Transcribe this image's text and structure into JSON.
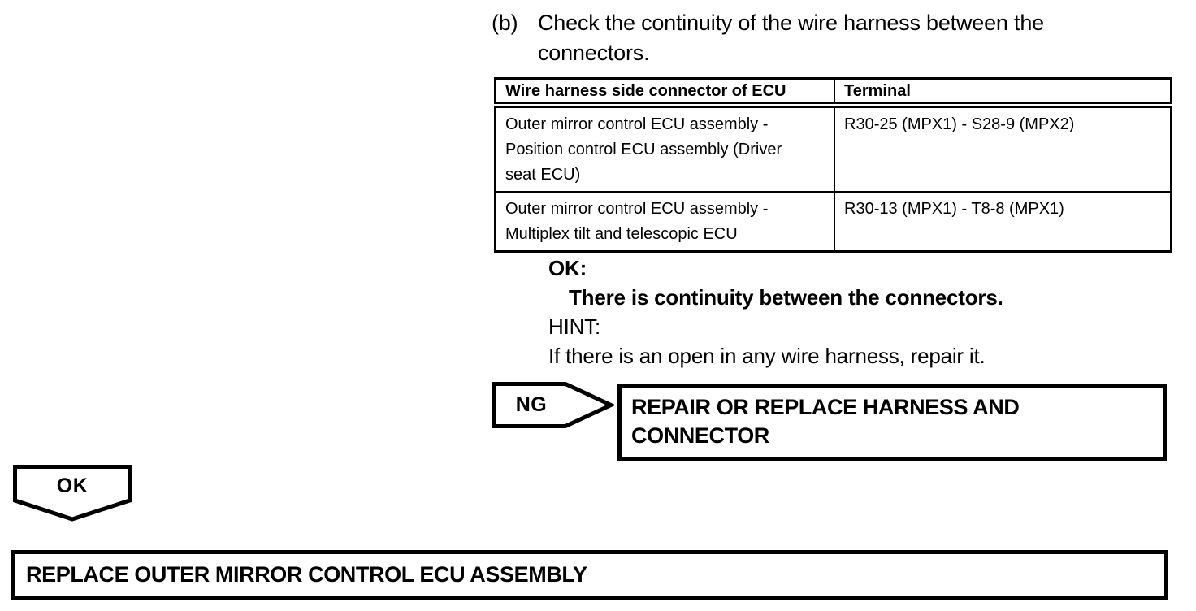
{
  "doc": {
    "step": {
      "label": "(b)",
      "text": "Check the continuity of the wire harness between the\nconnectors."
    },
    "table": {
      "col1_header": "Wire harness side connector of ECU",
      "col2_header": "Terminal",
      "rows": [
        {
          "connector": "Outer mirror control ECU assembly -\nPosition control ECU assembly (Driver\nseat ECU)",
          "terminal": "R30-25 (MPX1) - S28-9 (MPX2)"
        },
        {
          "connector": "Outer mirror control ECU assembly -\nMultiplex tilt and telescopic ECU",
          "terminal": "R30-13 (MPX1) - T8-8 (MPX1)"
        }
      ]
    },
    "criteria": {
      "ok_label": "OK:",
      "ok_condition": "There is continuity between the connectors.",
      "hint_label": "HINT:",
      "hint_text": "If there is an open in any wire harness, repair it."
    },
    "ng_branch": {
      "label": "NG",
      "action": "REPAIR OR REPLACE HARNESS AND\nCONNECTOR"
    },
    "ok_branch": {
      "label": "OK",
      "action": "REPLACE OUTER MIRROR CONTROL ECU ASSEMBLY"
    },
    "colors": {
      "ink": "#000000",
      "paper": "#ffffff"
    }
  }
}
